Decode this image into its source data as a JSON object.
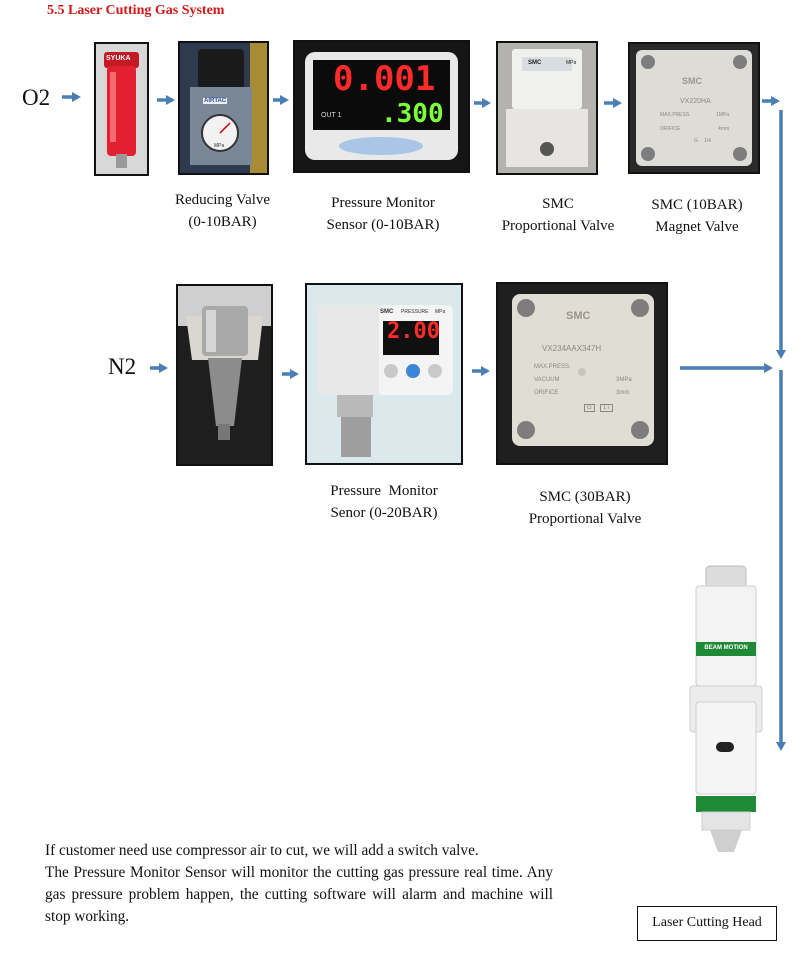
{
  "section_title": "5.5 Laser Cutting Gas System",
  "gases": {
    "o2": "O2",
    "n2": "N2"
  },
  "o2_line": {
    "captions": {
      "reducing_valve": [
        "Reducing Valve",
        "(0-10BAR)"
      ],
      "pressure_monitor": [
        "Pressure Monitor",
        "Sensor (0-10BAR)"
      ],
      "proportional_valve": [
        "SMC",
        "Proportional Valve"
      ],
      "magnet_valve": [
        "SMC (10BAR)",
        "Magnet Valve"
      ]
    },
    "photo_labels": {
      "filter_brand": "SYUKA",
      "regulator_brand": "AIRTAC",
      "regulator_unit": "MPa",
      "display_top": "0.001",
      "display_bottom": ".300",
      "display_out": "OUT 1",
      "proportional_brand": "SMC",
      "proportional_unit": "MPa",
      "magnet_brand": "SMC",
      "magnet_model": "VX220HA",
      "magnet_spec_1": "MAX.PRESS.",
      "magnet_spec_2": "1MPa",
      "magnet_orifice": "ORIFICE",
      "magnet_orifice_val": "4mm",
      "magnet_port": "G",
      "magnet_port2": "1/4"
    }
  },
  "n2_line": {
    "captions": {
      "pressure_monitor": [
        "Pressure  Monitor",
        "Senor (0-20BAR)"
      ],
      "proportional_valve": [
        "SMC (30BAR)",
        "Proportional Valve"
      ]
    },
    "photo_labels": {
      "display_value": "2.00",
      "display_brand": "SMC",
      "display_mode": "PRESSURE",
      "display_unit": "MPa",
      "valve_brand": "SMC",
      "valve_model": "VX234AAX347H",
      "valve_spec_1": "MAX.PRESS.",
      "valve_spec_2": "VACUUM",
      "valve_spec_3": "ORIFICE",
      "valve_val_1": "3MPa",
      "valve_val_2": "3mm",
      "valve_port": "G",
      "valve_port2": "1T"
    }
  },
  "cutting_head": {
    "brand_band": "BEAM MOTION",
    "label": "Laser Cutting Head"
  },
  "description": [
    "If customer need use compressor air to cut, we will add a switch valve.",
    "The Pressure Monitor Sensor will monitor the cutting gas pressure real time. Any gas pressure problem happen, the cutting software will alarm and machine will stop working."
  ],
  "colors": {
    "arrow": "#4a7fb5",
    "title": "#d01818",
    "display_red": "#ff2a2a",
    "display_green": "#7dff3a",
    "filter_red": "#e3202f",
    "band_green": "#1f8a35"
  }
}
